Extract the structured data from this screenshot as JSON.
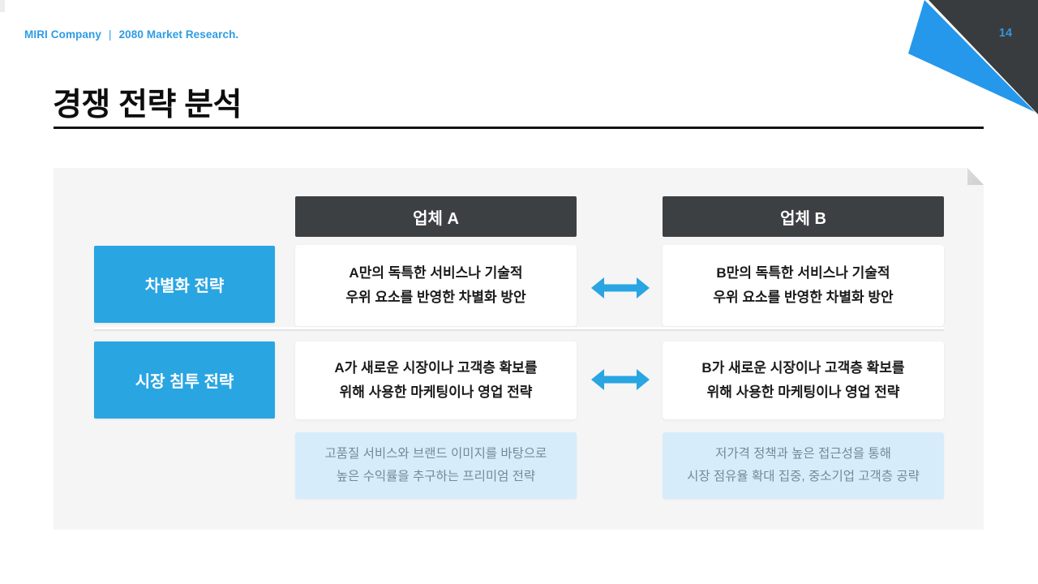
{
  "slide": {
    "brand": {
      "company": "MIRI Company",
      "separator": "|",
      "subtitle": "2080 Market Research."
    },
    "page_number": "14",
    "title": "경쟁 전략 분석"
  },
  "comparison": {
    "columns": [
      {
        "header": "업체 A"
      },
      {
        "header": "업체 B"
      }
    ],
    "rows": [
      {
        "label": "차별화 전략",
        "a_line1": "A만의 독특한 서비스나 기술적",
        "a_line2": "우위 요소를 반영한 차별화 방안",
        "b_line1": "B만의 독특한 서비스나 기술적",
        "b_line2": "우위 요소를 반영한 차별화 방안"
      },
      {
        "label": "시장 침투 전략",
        "a_line1": "A가 새로운 시장이나 고객층 확보를",
        "a_line2": "위해 사용한 마케팅이나 영업 전략",
        "b_line1": "B가 새로운 시장이나 고객층 확보를",
        "b_line2": "위해 사용한 마케팅이나 영업 전략"
      }
    ],
    "footnotes": {
      "a_line1": "고품질 서비스와 브랜드 이미지를 바탕으로",
      "a_line2": "높은 수익률을 추구하는 프리미엄 전략",
      "b_line1": "저가격 정책과 높은 접근성을 통해",
      "b_line2": "시장 점유율 확대 집중, 중소기업 고객층 공략"
    }
  },
  "colors": {
    "accent_blue": "#29A5E2",
    "corner_blue": "#2598EC",
    "dark_charcoal": "#3C4043",
    "panel_gray": "#F5F5F6",
    "light_blue_cell": "#D7ECFA",
    "muted_blue_gray_text": "#73899B"
  },
  "icons": {
    "swap_arrow": "double-headed-horizontal-arrow"
  }
}
